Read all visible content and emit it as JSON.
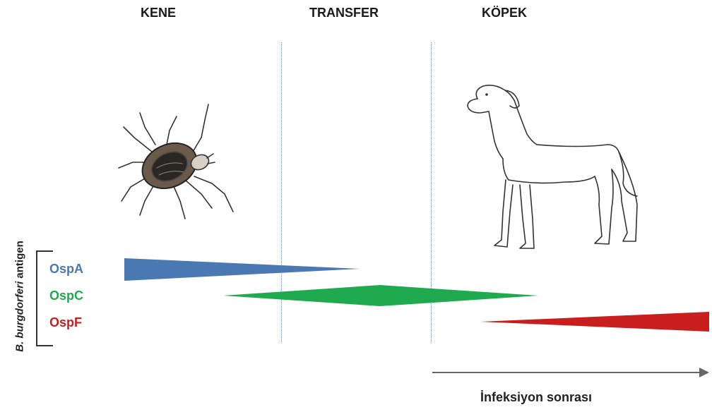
{
  "phases": [
    "KENE",
    "TRANSFER",
    "KÖPEK"
  ],
  "y_axis_label": {
    "italic": "B. burgdorferi",
    "rest": " antigen"
  },
  "antigens": [
    {
      "name": "OspA",
      "color": "#4a78b3"
    },
    {
      "name": "OspC",
      "color": "#1faa4f"
    },
    {
      "name": "OspF",
      "color": "#c81e1e"
    }
  ],
  "x_axis_label": "İnfeksiyon sonrası"
}
